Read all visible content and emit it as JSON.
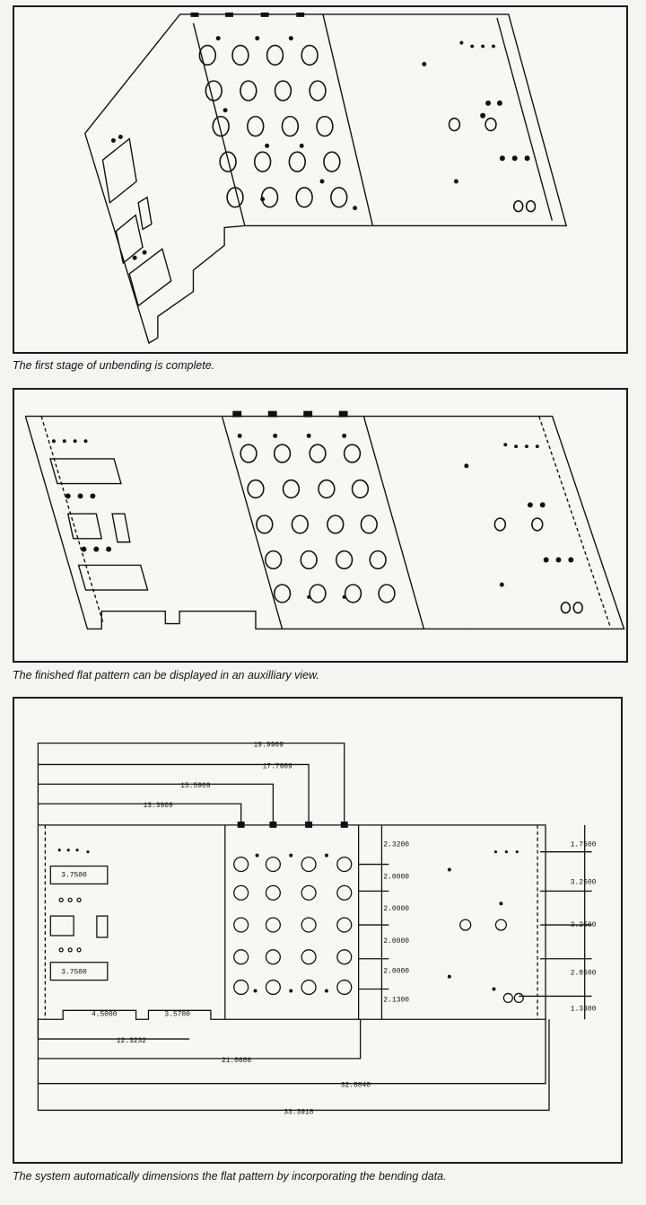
{
  "figures": [
    {
      "caption": "The first stage of unbending is complete."
    },
    {
      "caption": "The finished flat pattern can be displayed in an auxilliary view."
    },
    {
      "caption": "The system automatically dimensions the flat pattern by incorporating the bending data."
    }
  ],
  "dimensions": {
    "top": [
      "19.9909",
      "17.7909",
      "15.5909",
      "13.3909"
    ],
    "bottom": [
      "12.3232",
      "21.0686",
      "32.8840",
      "33.3918"
    ],
    "right_holes": [
      "2.3200",
      "2.0000",
      "2.0000",
      "2.0000",
      "2.0000",
      "2.1300"
    ],
    "right_edge": [
      "1.7500",
      "3.2500",
      "3.2500",
      "2.8500",
      "1.3300"
    ],
    "cutouts": [
      "3.7500",
      "3.7500"
    ],
    "notches": [
      "4.5000",
      "3.5700"
    ]
  }
}
